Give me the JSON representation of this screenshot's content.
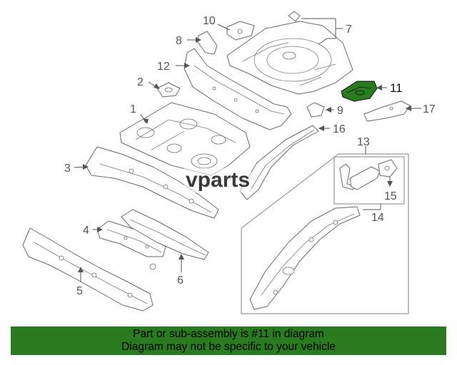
{
  "watermark": "vparts",
  "colors": {
    "highlight_part": "#2a7a1f",
    "footer_background": "#2a7a1f",
    "line": "#6a6a6a"
  },
  "callouts": {
    "c1": "1",
    "c2": "2",
    "c3": "3",
    "c4": "4",
    "c5": "5",
    "c6": "6",
    "c7": "7",
    "c8": "8",
    "c9": "9",
    "c10": "10",
    "c11": "11",
    "c12": "12",
    "c13": "13",
    "c14": "14",
    "c15": "15",
    "c16": "16",
    "c17": "17"
  },
  "footer": {
    "line1": "Part or sub-assembly is #11 in diagram",
    "line2": "Diagram may not be specific to your vehicle"
  }
}
